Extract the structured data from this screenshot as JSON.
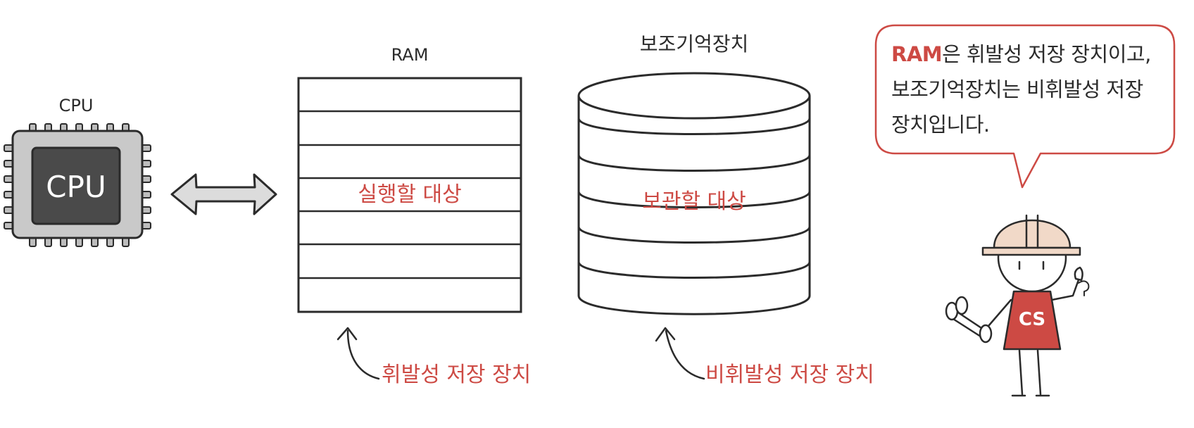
{
  "cpu": {
    "title": "CPU",
    "chip_label": "CPU"
  },
  "ram": {
    "title": "RAM",
    "inner_label": "실행할 대상",
    "caption": "휘발성 저장 장치"
  },
  "storage": {
    "title": "보조기억장치",
    "inner_label": "보관할 대상",
    "caption": "비휘발성 저장 장치"
  },
  "speech_bubble": {
    "highlight": "RAM",
    "text": "은 휘발성 저장 장치이고, 보조기억장치는 비휘발성 저장 장치입니다."
  },
  "character": {
    "shirt_text": "CS"
  },
  "colors": {
    "accent": "#cd4a44",
    "ink": "#2b2b2b",
    "chip": "#c9c9c9",
    "chip_core": "#4a4a4a",
    "helmet": "#f1d9c8"
  }
}
